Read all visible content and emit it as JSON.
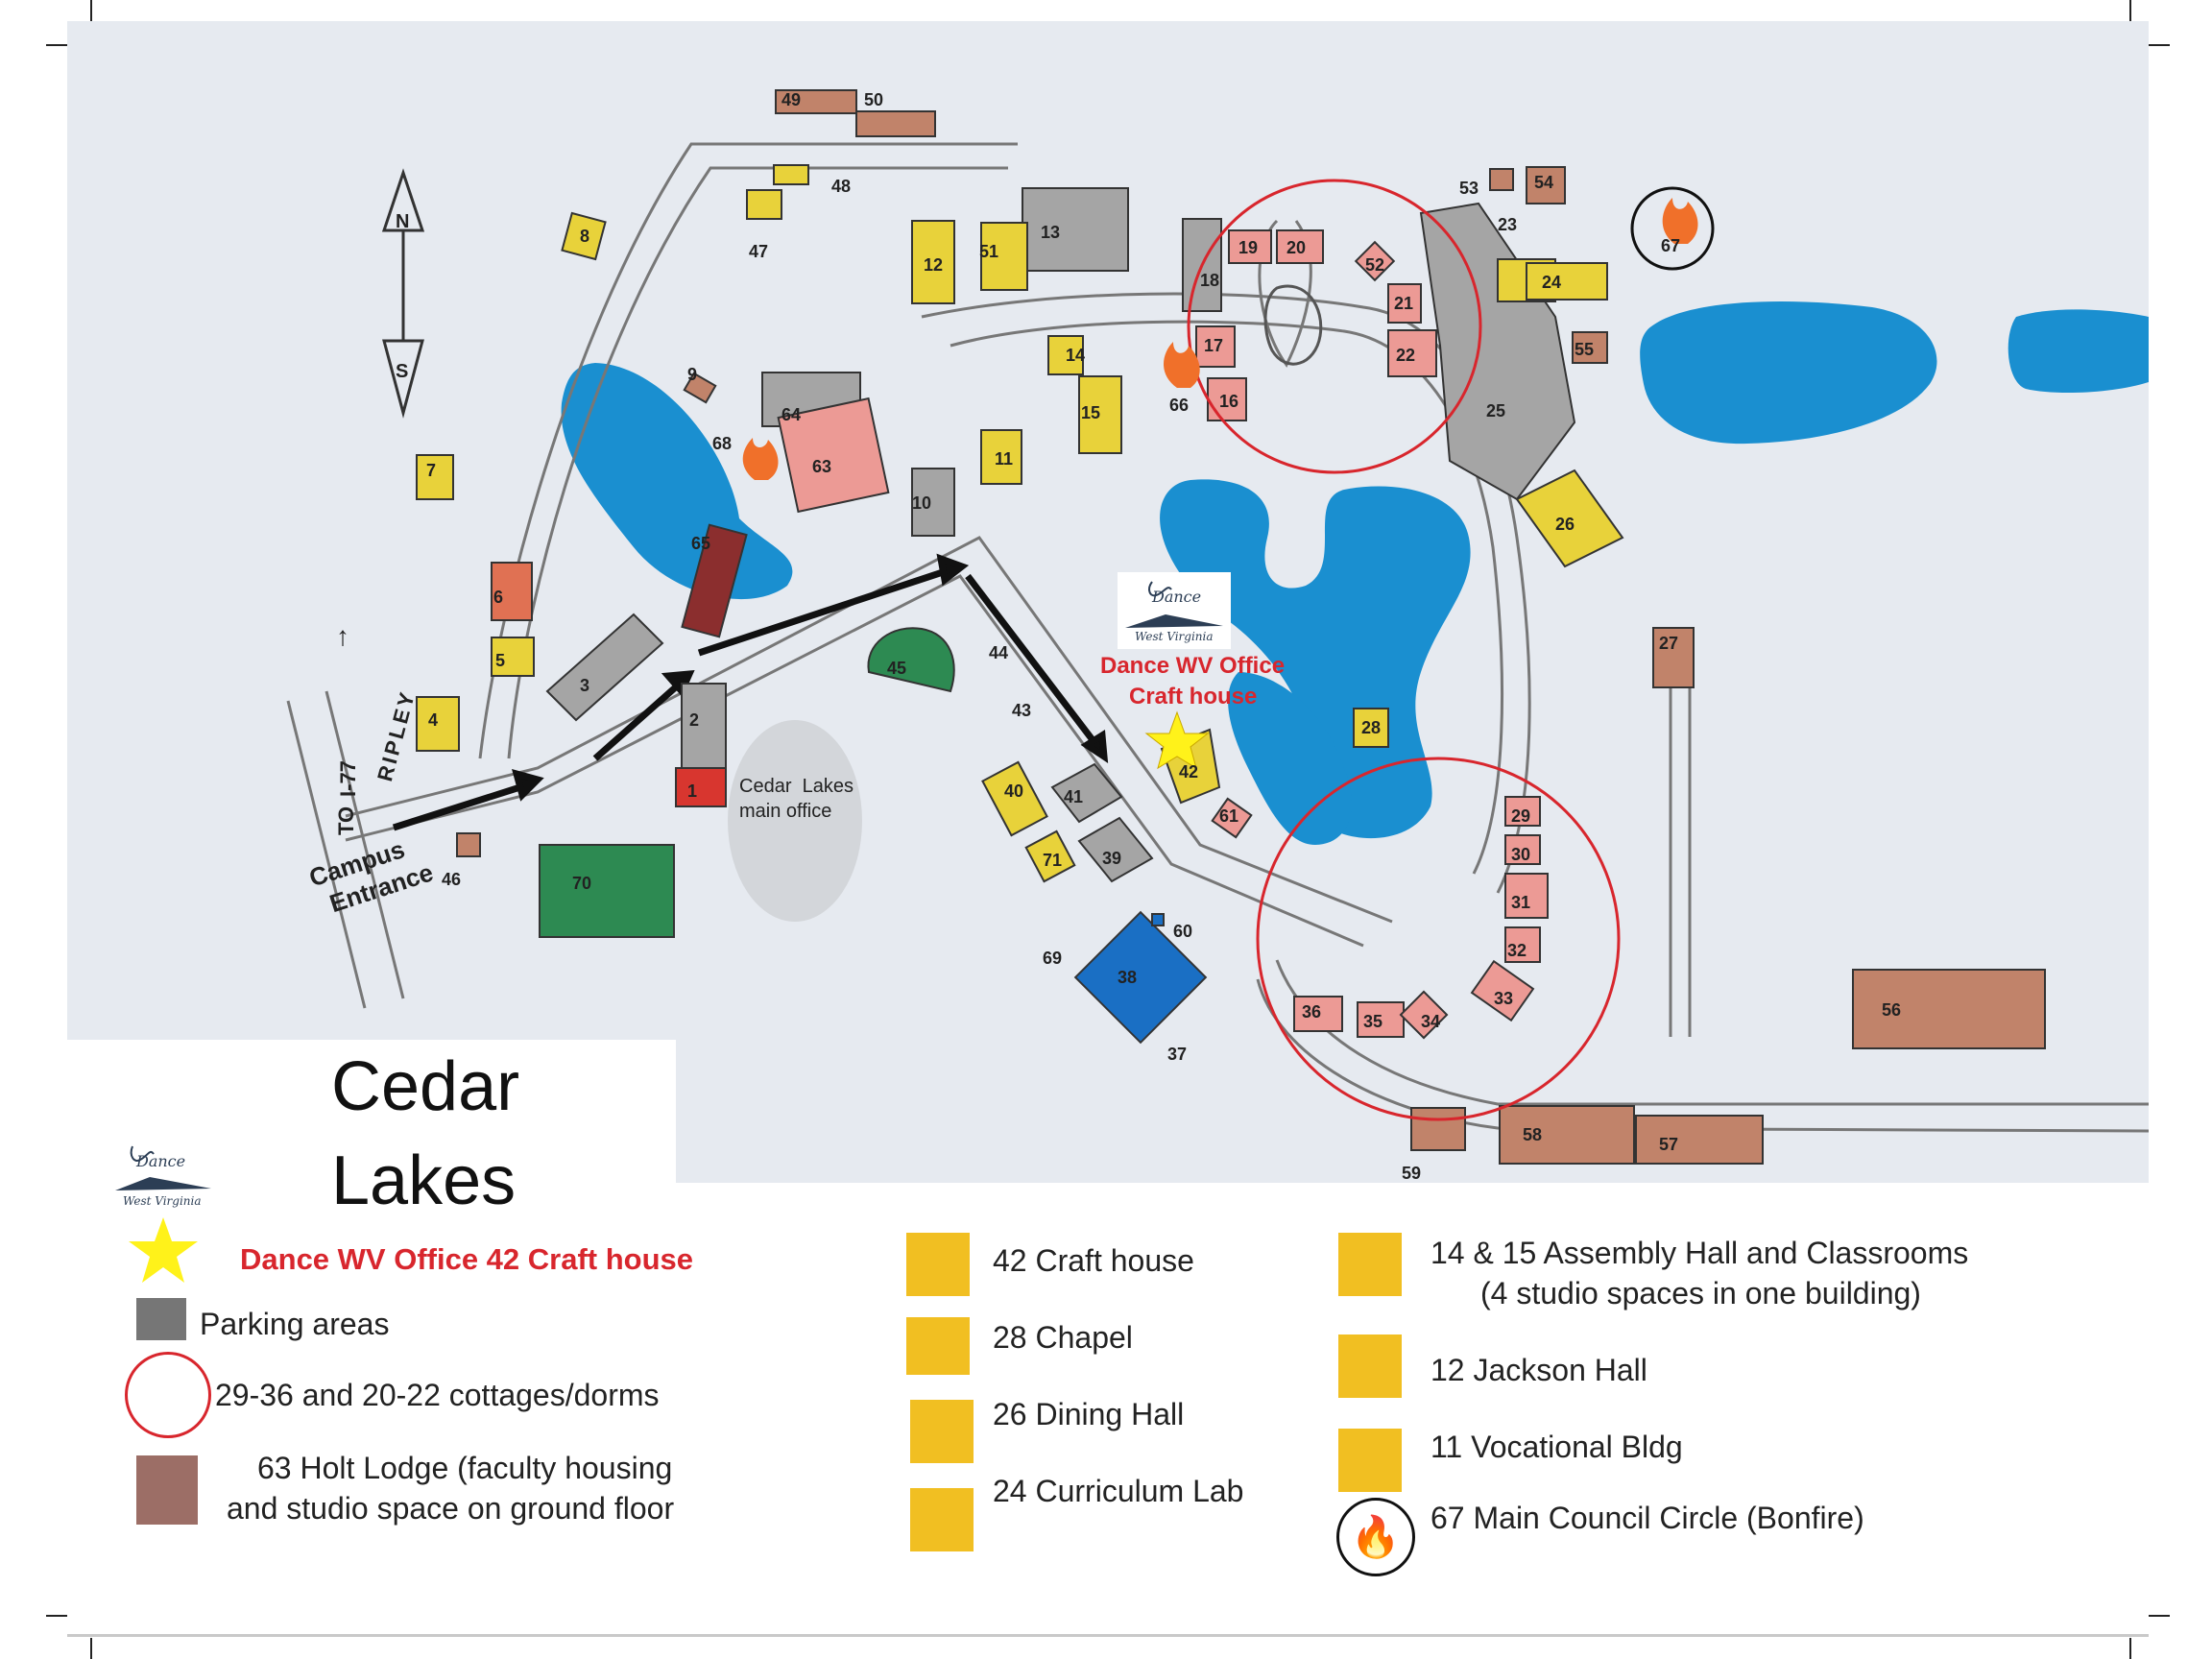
{
  "title": {
    "line1": "Cedar",
    "line2": "Lakes"
  },
  "map": {
    "building_numbers": [
      "1",
      "2",
      "3",
      "4",
      "5",
      "6",
      "7",
      "8",
      "9",
      "10",
      "11",
      "12",
      "13",
      "14",
      "15",
      "16",
      "17",
      "18",
      "19",
      "20",
      "21",
      "22",
      "23",
      "24",
      "25",
      "26",
      "27",
      "28",
      "29",
      "30",
      "31",
      "32",
      "33",
      "34",
      "35",
      "36",
      "37",
      "38",
      "39",
      "40",
      "41",
      "42",
      "43",
      "44",
      "45",
      "46",
      "47",
      "48",
      "49",
      "50",
      "51",
      "52",
      "53",
      "54",
      "55",
      "56",
      "57",
      "58",
      "59",
      "60",
      "61",
      "63",
      "64",
      "65",
      "66",
      "67",
      "68",
      "69",
      "70",
      "71"
    ],
    "compass": {
      "north": "N",
      "south": "S"
    },
    "road_label": {
      "to": "TO",
      "highway": "I-77",
      "town": "RIPLEY"
    },
    "entrance_label": {
      "line1": "Campus",
      "line2": "Entrance"
    },
    "main_office_label": {
      "line1": "Cedar  Lakes",
      "line2": "main office"
    },
    "office_callout": {
      "line1": "Dance WV Office",
      "line2": "Craft house"
    },
    "logo_text": {
      "line1": "Dance",
      "line2": "West Virginia"
    },
    "colors": {
      "water": "#1a8fd0",
      "academic": "#e8d23a",
      "cottage": "#ec9a95",
      "parking": "#a5a5a5",
      "brown": "#b47a62",
      "green": "#2d8a52",
      "callout_red": "#d8262d"
    }
  },
  "legend": {
    "office": "Dance WV Office 42 Craft house",
    "parking": "Parking areas",
    "dorms": "29-36 and 20-22 cottages/dorms",
    "holt_line1": "63 Holt Lodge (faculty housing",
    "holt_line2": "and studio space on ground floor",
    "craft": "42 Craft house",
    "chapel": "28 Chapel",
    "dining": "26 Dining Hall",
    "curriculum": "24 Curriculum Lab",
    "assembly_line1": "14 & 15 Assembly Hall and Classrooms",
    "assembly_line2": "(4 studio spaces in one building)",
    "jackson": "12 Jackson Hall",
    "vocational": "11 Vocational Bldg",
    "council": "67 Main Council Circle (Bonfire)",
    "icons": {
      "star": "star-icon",
      "fire": "bonfire-icon"
    }
  }
}
